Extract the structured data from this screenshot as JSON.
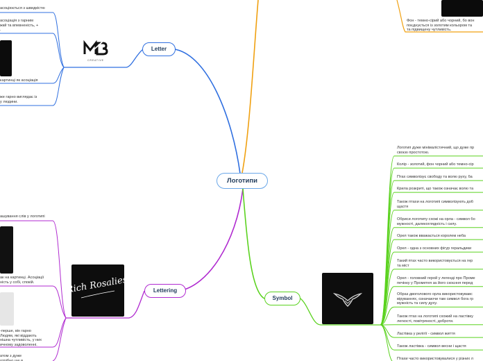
{
  "central_topic": "Логотипи",
  "branches": {
    "letter": {
      "label": "Letter",
      "color": "#2f6fe0",
      "notes": [
        "асоціюється з швидкістю",
        "асоціація з гарним\nжкй та впевненість, +\n.",
        "картинці як асоціація",
        "же гарно виглядає із\nу людини."
      ],
      "logo_image": {
        "monogram": "MB",
        "tagline": "CREATIVE"
      }
    },
    "lettering": {
      "label": "Lettering",
      "color": "#b02ad0",
      "notes": [
        "ашування слів у логотипі",
        "ак на картинці. Асоціації\nність у собі, спокій.",
        "-перше, він гарно\nЛюдям, які віддають\nнішна чутливість, у них\nичному задоволенні.",
        "атом з дуже\nотрібно ще в"
      ],
      "logo_image": {
        "script_text": "Rich Rosalies"
      }
    },
    "symbol": {
      "label": "Symbol",
      "color": "#5ad21e",
      "notes": [
        "Логотип дуже мінімалістичний, що дуже пр\nсвоєю простотою.",
        "Колір - золотий, фон чорний або темно-сір",
        "Птах символізує свободу та волю руху, ба",
        "Крила розкриті, що також означає волю та",
        "Також птахи на логотипі символізують доб\nщастя",
        "Обриси логотипу схожі на орла - символ бо\nмужності, далекоглядність і силу.",
        "Орел також вважається королем неба",
        "Орел - одна з основних фігур геральдики",
        "Такий птах часто використовується на гер\nта міст",
        "Орел - головний герой у легенді про Проме\nпечінку у Прометея за його скоєння перед",
        "Образ двоголового орла використовувавс\nвіруваннях, означаючи там символ бога гр\nмужність та силу духу.",
        "Також птах на логотипі схожий на ластівку\nлегкості, повітряності, доброти.",
        "Ластівка у релігії - символ життя",
        "Також ластівка - символ весни і щастя",
        "Птахи часто використовувалися у різних л"
      ]
    },
    "top": {
      "color": "#f0a010",
      "notes": [
        "Фон - темно-сірий або чорний, бо вон\nпоєднується із золотим кольором та\nта підвищену чутливість."
      ]
    }
  }
}
